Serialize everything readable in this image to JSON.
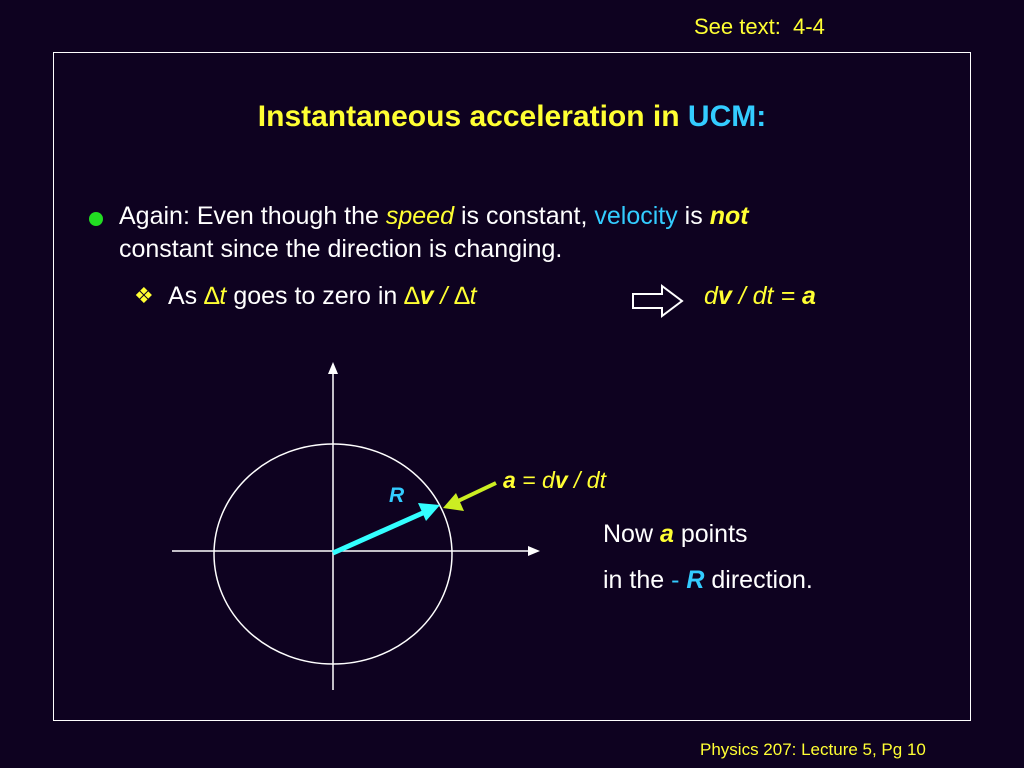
{
  "header": {
    "reference": "See text:  4-4"
  },
  "title": {
    "main": "Instantaneous acceleration in ",
    "highlight": "UCM:"
  },
  "bullet": {
    "t1": "Again: Even though the ",
    "t2": "speed",
    "t3": " is constant, ",
    "t4": "velocity",
    "t5": " is ",
    "t6": "not",
    "line2": "constant since the direction is changing."
  },
  "sub_bullet": {
    "as": "As ",
    "delta1": "∆",
    "t": "t",
    "mid": " goes to zero in ",
    "delta2": "∆",
    "v": "v",
    "slash": " / ",
    "delta3": "∆",
    "t2": "t"
  },
  "result": {
    "d1": "d",
    "v": "v",
    "rest": " / dt = ",
    "a": "a"
  },
  "diagram": {
    "label_a": {
      "a": "a",
      "eq": " = d",
      "v": "v",
      "rest": " / dt"
    },
    "label_r": "R"
  },
  "note": {
    "l1a": "Now ",
    "l1b": "a",
    "l1c": " points",
    "l2a": "in the ",
    "l2b": "- ",
    "l2c": "R",
    "l2d": "  direction."
  },
  "footer": {
    "text": "Physics 207: Lecture 5, Pg 10"
  },
  "colors": {
    "background": "#0e0220",
    "yellow": "#ffff33",
    "cyan": "#33ccff",
    "green": "#22dd22"
  }
}
